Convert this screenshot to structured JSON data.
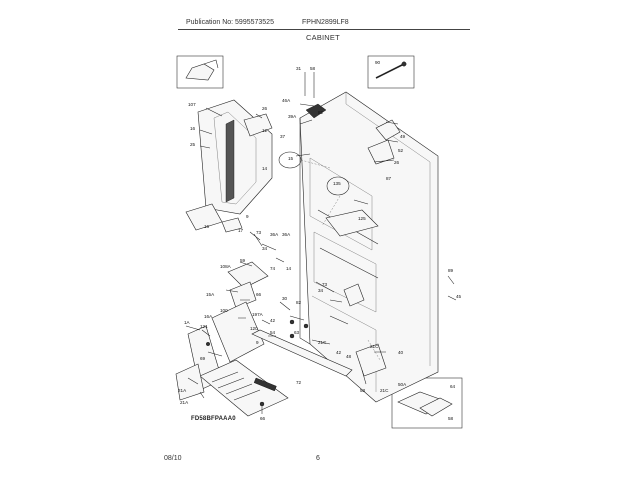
{
  "header": {
    "publication": "Publication No: 5995573525",
    "model": "FPHN2899LF8",
    "section": "CABINET"
  },
  "footer": {
    "date": "08/10",
    "page": "6"
  },
  "figure": {
    "code": "FD58BFPAAA0",
    "labels": [
      "31",
      "58",
      "90",
      "107",
      "26",
      "12",
      "46A",
      "39A",
      "82",
      "16",
      "25",
      "37",
      "49",
      "15",
      "52",
      "26",
      "135",
      "87",
      "14",
      "9",
      "17",
      "16",
      "73",
      "36A",
      "36A",
      "125",
      "34",
      "59",
      "74",
      "108A",
      "14",
      "89",
      "15A",
      "66",
      "30",
      "45",
      "16A",
      "100",
      "197A",
      "42",
      "82",
      "73",
      "34",
      "1A",
      "121",
      "120",
      "54",
      "63",
      "21C",
      "9",
      "21C",
      "42",
      "48",
      "40",
      "53",
      "72",
      "69",
      "21A",
      "21A",
      "21C",
      "50A",
      "64",
      "58",
      "66"
    ]
  }
}
